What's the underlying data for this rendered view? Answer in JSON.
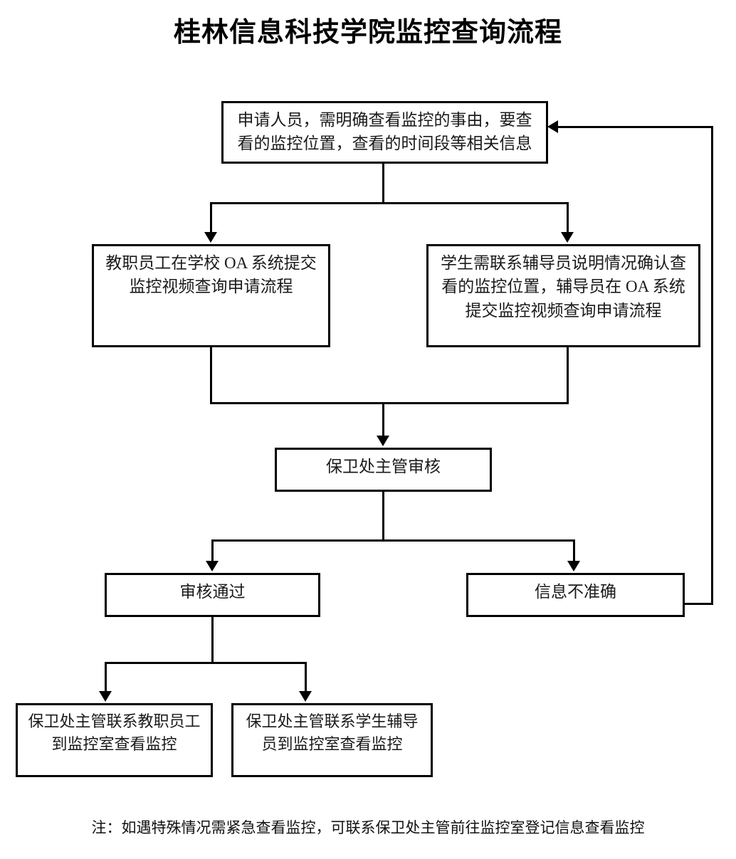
{
  "title": "桂林信息科技学院监控查询流程",
  "colors": {
    "background": "#ffffff",
    "line": "#000000",
    "text": "#1a1a1a",
    "title": "#000000"
  },
  "nodes": {
    "apply": "申请人员，需明确查看监控的事由，要查看的监控位置，查看的时间段等相关信息",
    "staff_oa": "教职员工在学校 OA 系统提交监控视频查询申请流程",
    "student_counselor": "学生需联系辅导员说明情况确认查看的监控位置，辅导员在 OA 系统提交监控视频查询申请流程",
    "security_review": "保卫处主管审核",
    "approved": "审核通过",
    "rejected": "信息不准确",
    "outcome_staff": "保卫处主管联系教职员工到监控室查看监控",
    "outcome_student": "保卫处主管联系学生辅导员到监控室查看监控"
  },
  "footnote": "注：如遇特殊情况需紧急查看监控，可联系保卫处主管前往监控室登记信息查看监控",
  "chart_data": {
    "type": "flowchart",
    "title": "桂林信息科技学院监控查询流程",
    "orientation": "top-down",
    "node_list": [
      {
        "id": "apply",
        "label": "申请人员，需明确查看监控的事由，要查看的监控位置，查看的时间段等相关信息",
        "shape": "rectangle"
      },
      {
        "id": "staff_oa",
        "label": "教职员工在学校 OA 系统提交监控视频查询申请流程",
        "shape": "rectangle"
      },
      {
        "id": "student_counselor",
        "label": "学生需联系辅导员说明情况确认查看的监控位置，辅导员在 OA 系统提交监控视频查询申请流程",
        "shape": "rectangle"
      },
      {
        "id": "security_review",
        "label": "保卫处主管审核",
        "shape": "rectangle"
      },
      {
        "id": "approved",
        "label": "审核通过",
        "shape": "rectangle"
      },
      {
        "id": "rejected",
        "label": "信息不准确",
        "shape": "rectangle"
      },
      {
        "id": "outcome_staff",
        "label": "保卫处主管联系教职员工到监控室查看监控",
        "shape": "rectangle"
      },
      {
        "id": "outcome_student",
        "label": "保卫处主管联系学生辅导员到监控室查看监控",
        "shape": "rectangle"
      }
    ],
    "edges": [
      {
        "from": "apply",
        "to": "staff_oa",
        "style": "orthogonal-split",
        "arrow": "down"
      },
      {
        "from": "apply",
        "to": "student_counselor",
        "style": "orthogonal-split",
        "arrow": "down"
      },
      {
        "from": "staff_oa",
        "to": "security_review",
        "style": "orthogonal-merge",
        "arrow": "down"
      },
      {
        "from": "student_counselor",
        "to": "security_review",
        "style": "orthogonal-merge",
        "arrow": "down"
      },
      {
        "from": "security_review",
        "to": "approved",
        "style": "orthogonal-split",
        "arrow": "down"
      },
      {
        "from": "security_review",
        "to": "rejected",
        "style": "orthogonal-split",
        "arrow": "down"
      },
      {
        "from": "approved",
        "to": "outcome_staff",
        "style": "orthogonal-split",
        "arrow": "down"
      },
      {
        "from": "approved",
        "to": "outcome_student",
        "style": "orthogonal-split",
        "arrow": "down"
      },
      {
        "from": "rejected",
        "to": "apply",
        "style": "orthogonal-feedback-right",
        "arrow": "left"
      }
    ],
    "annotations": [
      "注：如遇特殊情况需紧急查看监控，可联系保卫处主管前往监控室登记信息查看监控"
    ]
  }
}
